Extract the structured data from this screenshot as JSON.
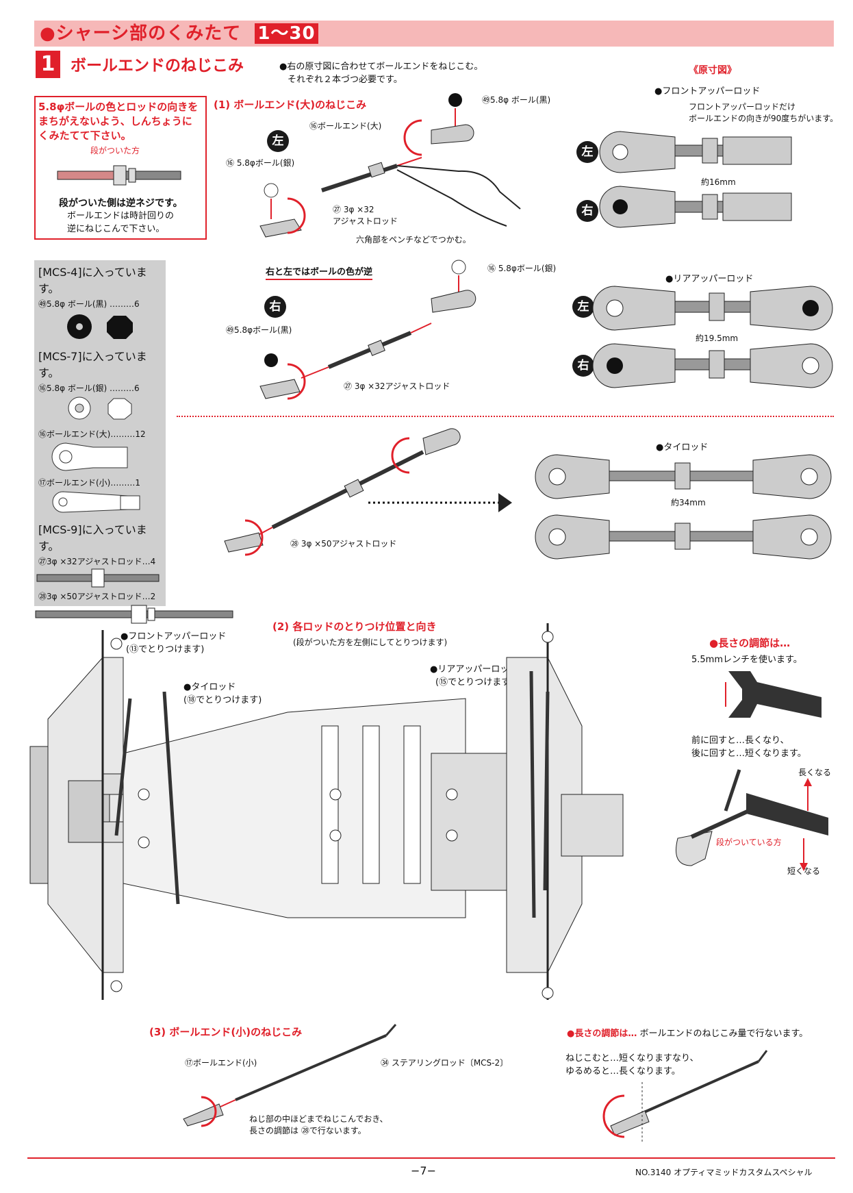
{
  "banner": {
    "title": "●シャーシ部のくみたて",
    "range": "1〜30"
  },
  "step": {
    "number": "1",
    "title": "ボールエンドのねじこみ",
    "intro_1": "●右の原寸図に合わせてボールエンドをねじこむ。",
    "intro_2": "それぞれ２本づつ必要です。"
  },
  "warning": {
    "line1": "5.8φボールの色とロッドの向きを",
    "line2": "まちがえないよう、しんちょうに",
    "line3": "くみたてて下さい。",
    "step_side": "段がついた方",
    "reverse": "段がついた側は逆ネジです。",
    "note1": "ボールエンドは時計回りの",
    "note2": "逆にねじこんで下さい。"
  },
  "parts": {
    "mcs4": "[MCS-4]に入っています。",
    "ball_black": "㊾5.8φ ボール(黒) ………6",
    "mcs7": "[MCS-7]に入っています。",
    "ball_silver": "⑯5.8φ ボール(銀) ………6",
    "end_large": "⑯ボールエンド(大)………12",
    "end_small": "⑰ボールエンド(小)………1",
    "mcs9": "[MCS-9]に入っています。",
    "rod32": "㉗3φ ×32アジャストロッド…4",
    "rod50": "㉘3φ ×50アジャストロッド…2"
  },
  "sub1": {
    "title": "(1) ボールエンド(大)のねじこみ",
    "left": "左",
    "right": "右",
    "ball_black": "㊾5.8φ ボール(黒)",
    "end_large": "⑯ボールエンド(大)",
    "ball_silver": "⑯ 5.8φボール(銀)",
    "rod32": "㉗ 3φ ×32",
    "rod32_name": "アジャストロッド",
    "pliers": "六角部をペンチなどでつかむ。",
    "swap": "右と左ではボールの色が逆",
    "ball_silver_r": "⑯ 5.8φボール(銀)",
    "ball_black_r": "㊾5.8φボール(黒)",
    "rod32_r": "㉗ 3φ ×32アジャストロッド",
    "rod50": "㉘ 3φ ×50アジャストロッド"
  },
  "scale": {
    "title": "《原寸図》",
    "front": "●フロントアッパーロッド",
    "front_note1": "フロントアッパーロッドだけ",
    "front_note2": "ボールエンドの向きが90度ちがいます。",
    "front_len": "約16mm",
    "rear": "●リアアッパーロッド",
    "rear_len": "約19.5mm",
    "tie": "●タイロッド",
    "tie_len": "約34mm",
    "left": "左",
    "right": "右"
  },
  "sub2": {
    "title": "(2) 各ロッドのとりつけ位置と向き",
    "note": "(段がついた方を左側にしてとりつけます)",
    "front": "●フロントアッパーロッド",
    "front_step": "(⑬でとりつけます)",
    "tie": "●タイロッド",
    "tie_step": "(⑱でとりつけます)",
    "rear": "●リアアッパーロッド",
    "rear_step": "(⑮でとりつけます)"
  },
  "adjust": {
    "title": "●長さの調節は…",
    "wrench": "5.5mmレンチを使います。",
    "fwd": "前に回すと…長くなり、",
    "back": "後に回すと…短くなります。",
    "longer": "長くなる",
    "step_side": "段がついている方",
    "shorter": "短くなる"
  },
  "sub3": {
    "title": "(3) ボールエンド(小)のねじこみ",
    "end_small": "⑰ボールエンド(小)",
    "steering": "㉞ ステアリングロッド〔MCS-2〕",
    "note1": "ねじ部の中ほどまでねじこんでおき、",
    "note2": "長さの調節は ㉘で行ないます。",
    "adj_title": "●長さの調節は…",
    "adj_text": "ボールエンドのねじこみ量で行ないます。",
    "adj1": "ねじこむと…短くなりますなり、",
    "adj2": "ゆるめると…長くなります。"
  },
  "footer": {
    "page": "−7−",
    "model": "NO.3140  オプティマミッドカスタムスペシャル"
  }
}
